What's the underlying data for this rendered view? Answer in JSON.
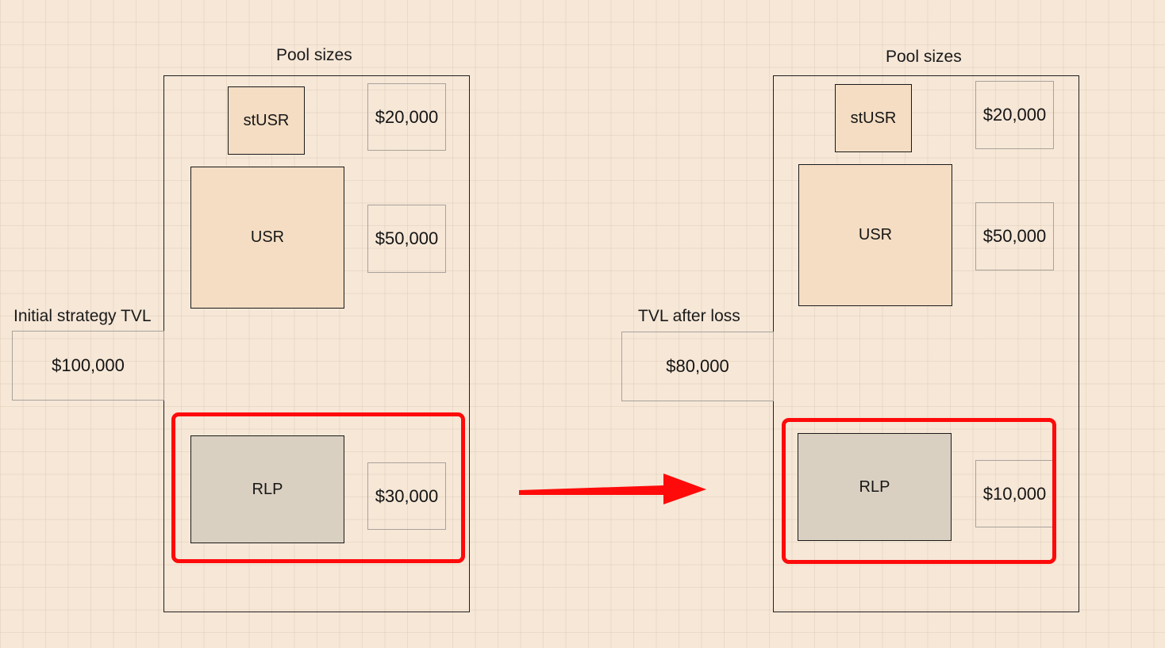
{
  "left_panel": {
    "title": "Pool sizes",
    "tvl_label": "Initial strategy TVL",
    "tvl_value": "$100,000",
    "pools": [
      {
        "name": "stUSR",
        "value": "$20,000"
      },
      {
        "name": "USR",
        "value": "$50,000"
      },
      {
        "name": "RLP",
        "value": "$30,000"
      }
    ]
  },
  "right_panel": {
    "title": "Pool sizes",
    "tvl_label": "TVL after loss",
    "tvl_value": "$80,000",
    "pools": [
      {
        "name": "stUSR",
        "value": "$20,000"
      },
      {
        "name": "USR",
        "value": "$50,000"
      },
      {
        "name": "RLP",
        "value": "$10,000"
      }
    ]
  },
  "colors": {
    "background": "#f6e7d7",
    "pool_light": "#f4ddc3",
    "pool_dark": "#dad0c1",
    "highlight": "#ff0a0a",
    "arrow": "#ff0a0a"
  },
  "icons": {
    "arrow": "arrow-right-icon"
  }
}
